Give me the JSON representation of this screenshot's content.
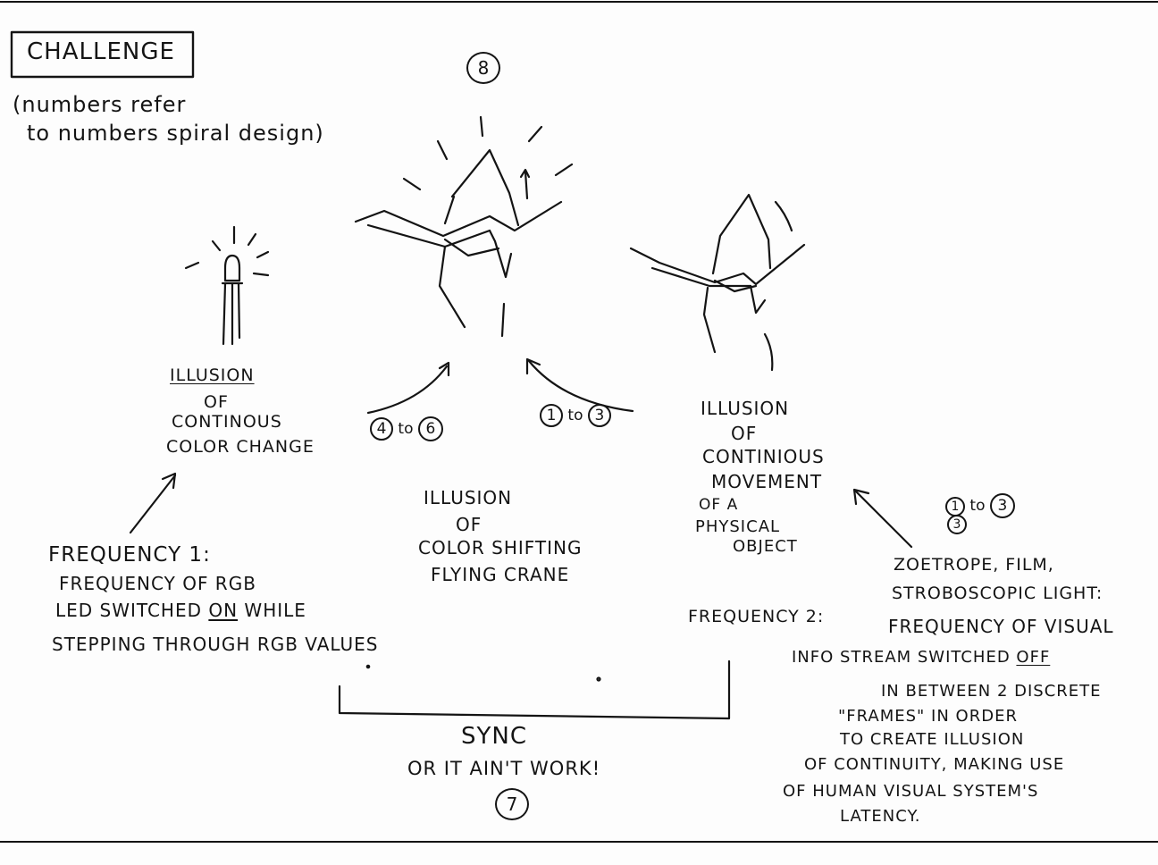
{
  "challenge_box": {
    "title": "CHALLENGE"
  },
  "note": {
    "line1": "(numbers refer",
    "line2": "to numbers spiral design)"
  },
  "top_number": "8",
  "led_caption": {
    "line1": "ILLUSION",
    "line2": "OF",
    "line3": "CONTINOUS",
    "line4": "COLOR CHANGE"
  },
  "crane_caption": {
    "line1": "ILLUSION",
    "line2": "OF",
    "line3": "COLOR SHIFTING",
    "line4": "FLYING CRANE"
  },
  "move_caption": {
    "line1": "ILLUSION",
    "line2": "OF",
    "line3": "CONTINIOUS",
    "line4": "MOVEMENT",
    "line5": "OF A",
    "line6": "PHYSICAL",
    "line7": "OBJECT"
  },
  "range_left": {
    "from": "4",
    "to_word": "to",
    "to": "6"
  },
  "range_mid": {
    "from": "1",
    "to_word": "to",
    "to": "3"
  },
  "range_right": {
    "from": "1",
    "extra": "3",
    "to_word": "to",
    "to": "3"
  },
  "freq1": {
    "title": "FREQUENCY 1:",
    "line1": "FREQUENCY OF RGB",
    "line2a": "LED SWITCHED ",
    "line2b": "ON",
    "line2c": " WHILE",
    "line3": "STEPPING THROUGH RGB VALUES"
  },
  "freq2": {
    "title": "FREQUENCY 2:",
    "intro1": "ZOETROPE, FILM,",
    "intro2": "STROBOSCOPIC LIGHT:",
    "line1": "FREQUENCY OF VISUAL",
    "line2a": "INFO STREAM SWITCHED ",
    "line2b": "OFF",
    "line3": "IN BETWEEN 2 DISCRETE",
    "line4": "\"FRAMES\" IN ORDER",
    "line5": "TO CREATE ILLUSION",
    "line6": "OF CONTINUITY, MAKING USE",
    "line7": "OF HUMAN VISUAL SYSTEM'S",
    "line8": "LATENCY."
  },
  "sync": {
    "line1": "SYNC",
    "line2": "OR IT AIN'T WORK!",
    "number": "7"
  }
}
